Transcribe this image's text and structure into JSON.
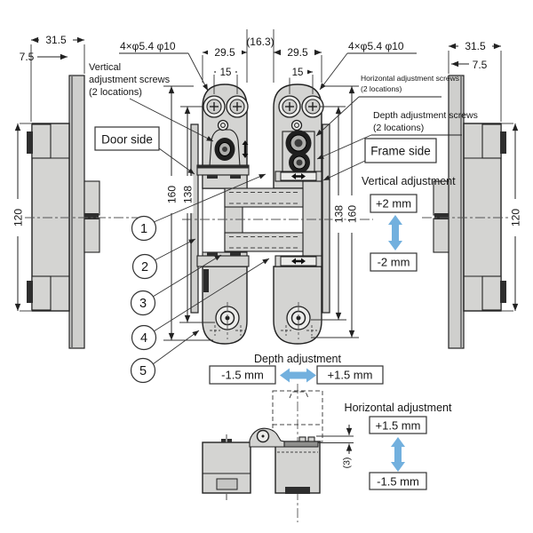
{
  "colors": {
    "part_gray": "#d4d4d2",
    "accent_blue": "#72b0de",
    "line": "#222222"
  },
  "side_views": {
    "left": {
      "depth": "31.5",
      "plate_thickness": "7.5",
      "plate_height": "120"
    },
    "right": {
      "depth": "31.5",
      "plate_thickness": "7.5",
      "plate_height": "120"
    }
  },
  "front_view": {
    "center_gap": "(16.3)",
    "door_leaf": {
      "screw_spec": "4×φ5.4 φ10",
      "body_width": "29.5",
      "screw_pitch": "15",
      "overall_height": "160",
      "inner_height": "138"
    },
    "frame_leaf": {
      "screw_spec": "4×φ5.4 φ10",
      "body_width": "29.5",
      "screw_pitch": "15",
      "overall_height": "160",
      "inner_height": "138"
    }
  },
  "callouts": {
    "door_side": "Door side",
    "frame_side": "Frame side",
    "vertical_screws": [
      "Vertical",
      "adjustment screws",
      "(2 locations)"
    ],
    "horizontal_screws": [
      "Horizontal adjustment screws",
      "(2 locations)"
    ],
    "depth_screws": [
      "Depth adjustment screws",
      "(2 locations)"
    ],
    "numbers": [
      "1",
      "2",
      "3",
      "4",
      "5"
    ]
  },
  "adjustments": {
    "vertical": {
      "title": "Vertical adjustment",
      "plus": "+2 mm",
      "minus": "-2 mm"
    },
    "depth": {
      "title": "Depth adjustment",
      "minus": "-1.5 mm",
      "plus": "+1.5 mm"
    },
    "horizontal": {
      "title": "Horizontal adjustment",
      "plus": "+1.5 mm",
      "minus": "-1.5 mm"
    }
  },
  "bottom_view": {
    "gap": "(3)"
  }
}
